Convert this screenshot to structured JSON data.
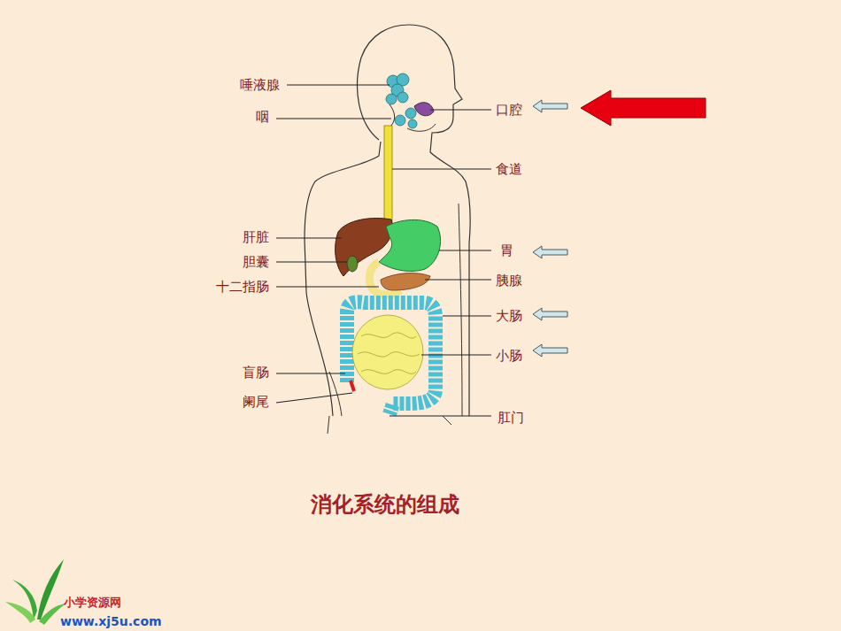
{
  "diagram": {
    "caption": "消化系统的组成",
    "labels": [
      "唾液腺",
      "咽",
      "口腔",
      "食道",
      "肝脏",
      "胃",
      "胆囊",
      "十二指肠",
      "胰腺",
      "大肠",
      "小肠",
      "盲肠",
      "阑尾",
      "肛门",
      "小学资源网",
      "www.xj5u.com"
    ]
  }
}
